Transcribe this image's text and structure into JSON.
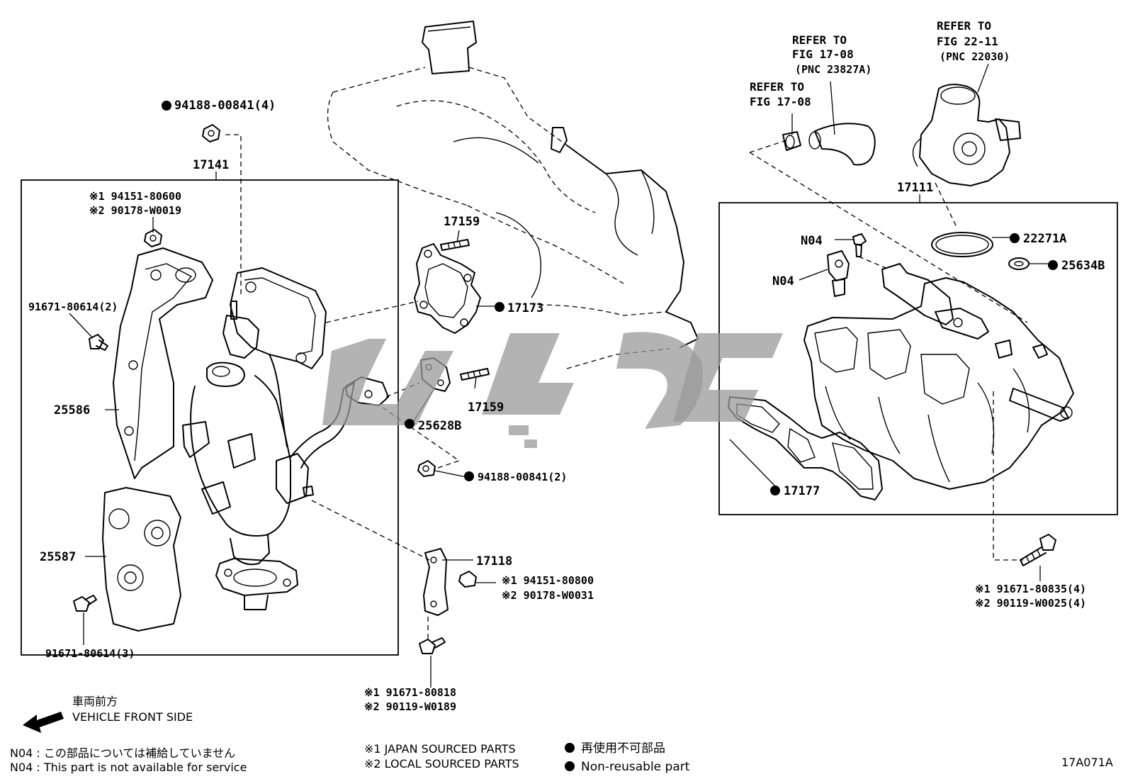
{
  "labels": {
    "p94188_00841_4": "94188-00841(4)",
    "p17141": "17141",
    "p94151_80600": "※1 94151-80600",
    "p90178_w0019": "※2 90178-W0019",
    "p91671_80614_2": "91671-80614(2)",
    "p25586": "25586",
    "p25587": "25587",
    "p91671_80614_3": "91671-80614(3)",
    "p17159_top": "17159",
    "p17173": "17173",
    "p17159_bot": "17159",
    "p25628b": "25628B",
    "p94188_00841_2": "94188-00841(2)",
    "p17118": "17118",
    "p94151_80800": "※1  94151-80800",
    "p90178_w0031": "※2  90178-W0031",
    "p91671_80818": "※1 91671-80818",
    "p90119_w0189": "※2 90119-W0189",
    "p17111": "17111",
    "pN04_a": "N04",
    "pN04_b": "N04",
    "p22271a": "22271A",
    "p25634b": "25634B",
    "p17177": "17177",
    "p91671_80835": "※1 91671-80835(4)",
    "p90119_w0025": "※2 90119-W0025(4)"
  },
  "refs": {
    "ref_a_1": "REFER TO",
    "ref_a_2": "FIG 17-08",
    "ref_a_3": "(PNC 23827A)",
    "ref_b_1": "REFER TO",
    "ref_b_2": "FIG 17-08",
    "ref_c_1": "REFER TO",
    "ref_c_2": "FIG 22-11",
    "ref_c_3": "(PNC 22030)"
  },
  "legend": {
    "front_jp": "車両前方",
    "front_en": "VEHICLE FRONT SIDE",
    "n04_jp": "N04 : この部品については補給していません",
    "n04_en": "N04 : This part is not available for service",
    "src1": "※1  JAPAN SOURCED PARTS",
    "src2": "※2  LOCAL SOURCED PARTS",
    "nonreuse_jp": "再使用不可部品",
    "nonreuse_en": "Non-reusable part"
  },
  "figure_code": "17A071A"
}
